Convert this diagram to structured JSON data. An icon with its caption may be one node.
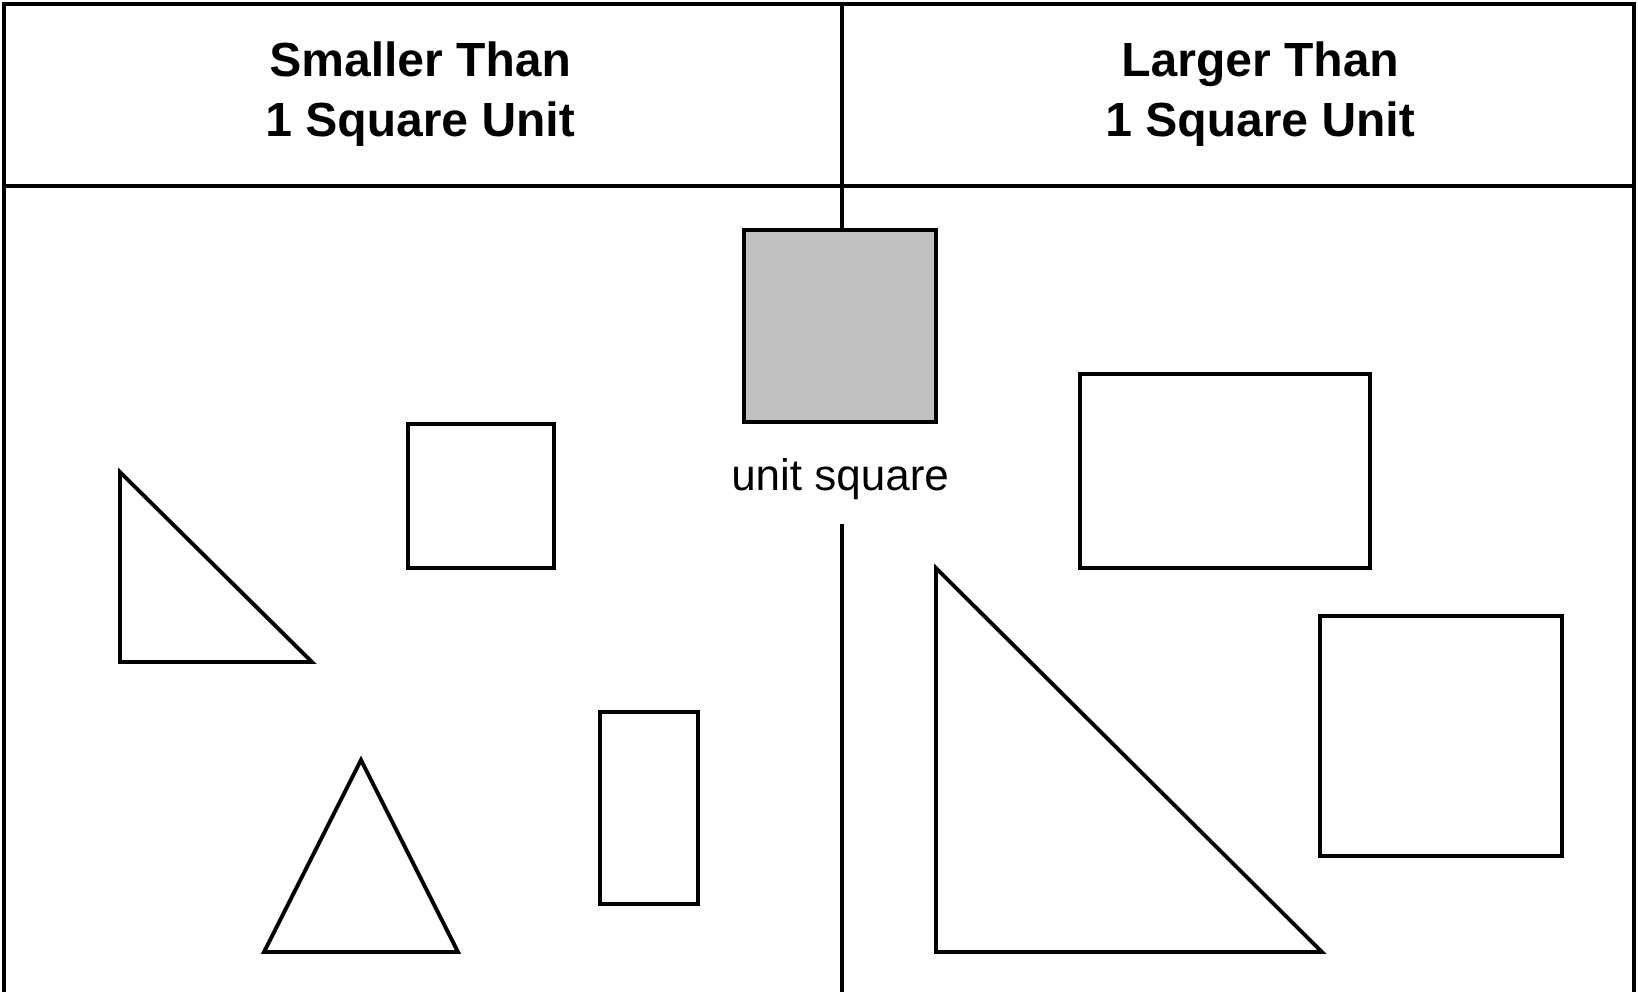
{
  "diagram": {
    "nodes": [
      {
        "text": [],
        "shape": "triangle"
      },
      {
        "text": [],
        "shape": "box"
      },
      {
        "text": [],
        "shape": "triangle"
      },
      {
        "text": [],
        "shape": "box"
      },
      {
        "text": [],
        "shape": "box"
      },
      {
        "text": [],
        "shape": "box"
      },
      {
        "text": [],
        "shape": "triangle"
      },
      {
        "text": [],
        "shape": "box"
      }
    ],
    "labels": [
      "Smaller Than 1 Square Unit",
      "Larger Than 1 Square Unit",
      "unit square"
    ]
  }
}
